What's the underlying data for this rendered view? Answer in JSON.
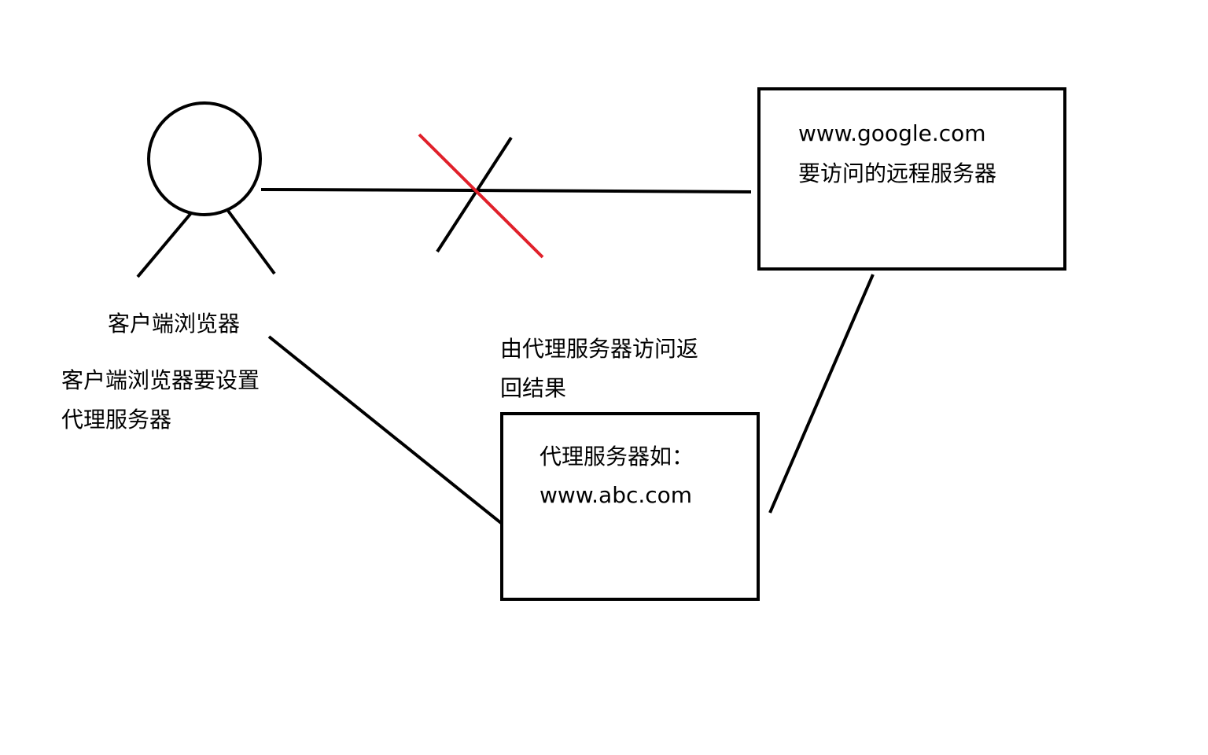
{
  "colors": {
    "stroke": "#000000",
    "blocked_cross": "#e0202a",
    "background": "#ffffff"
  },
  "client": {
    "label": "客户端浏览器",
    "note_line1": "客户端浏览器要设置",
    "note_line2": "代理服务器"
  },
  "remote_server": {
    "line1": "www.google.com",
    "line2": "要访问的远程服务器"
  },
  "proxy_server": {
    "line1": "代理服务器如：",
    "line2": "www.abc.com"
  },
  "proxy_note": {
    "line1": "由代理服务器访问返",
    "line2": "回结果"
  }
}
